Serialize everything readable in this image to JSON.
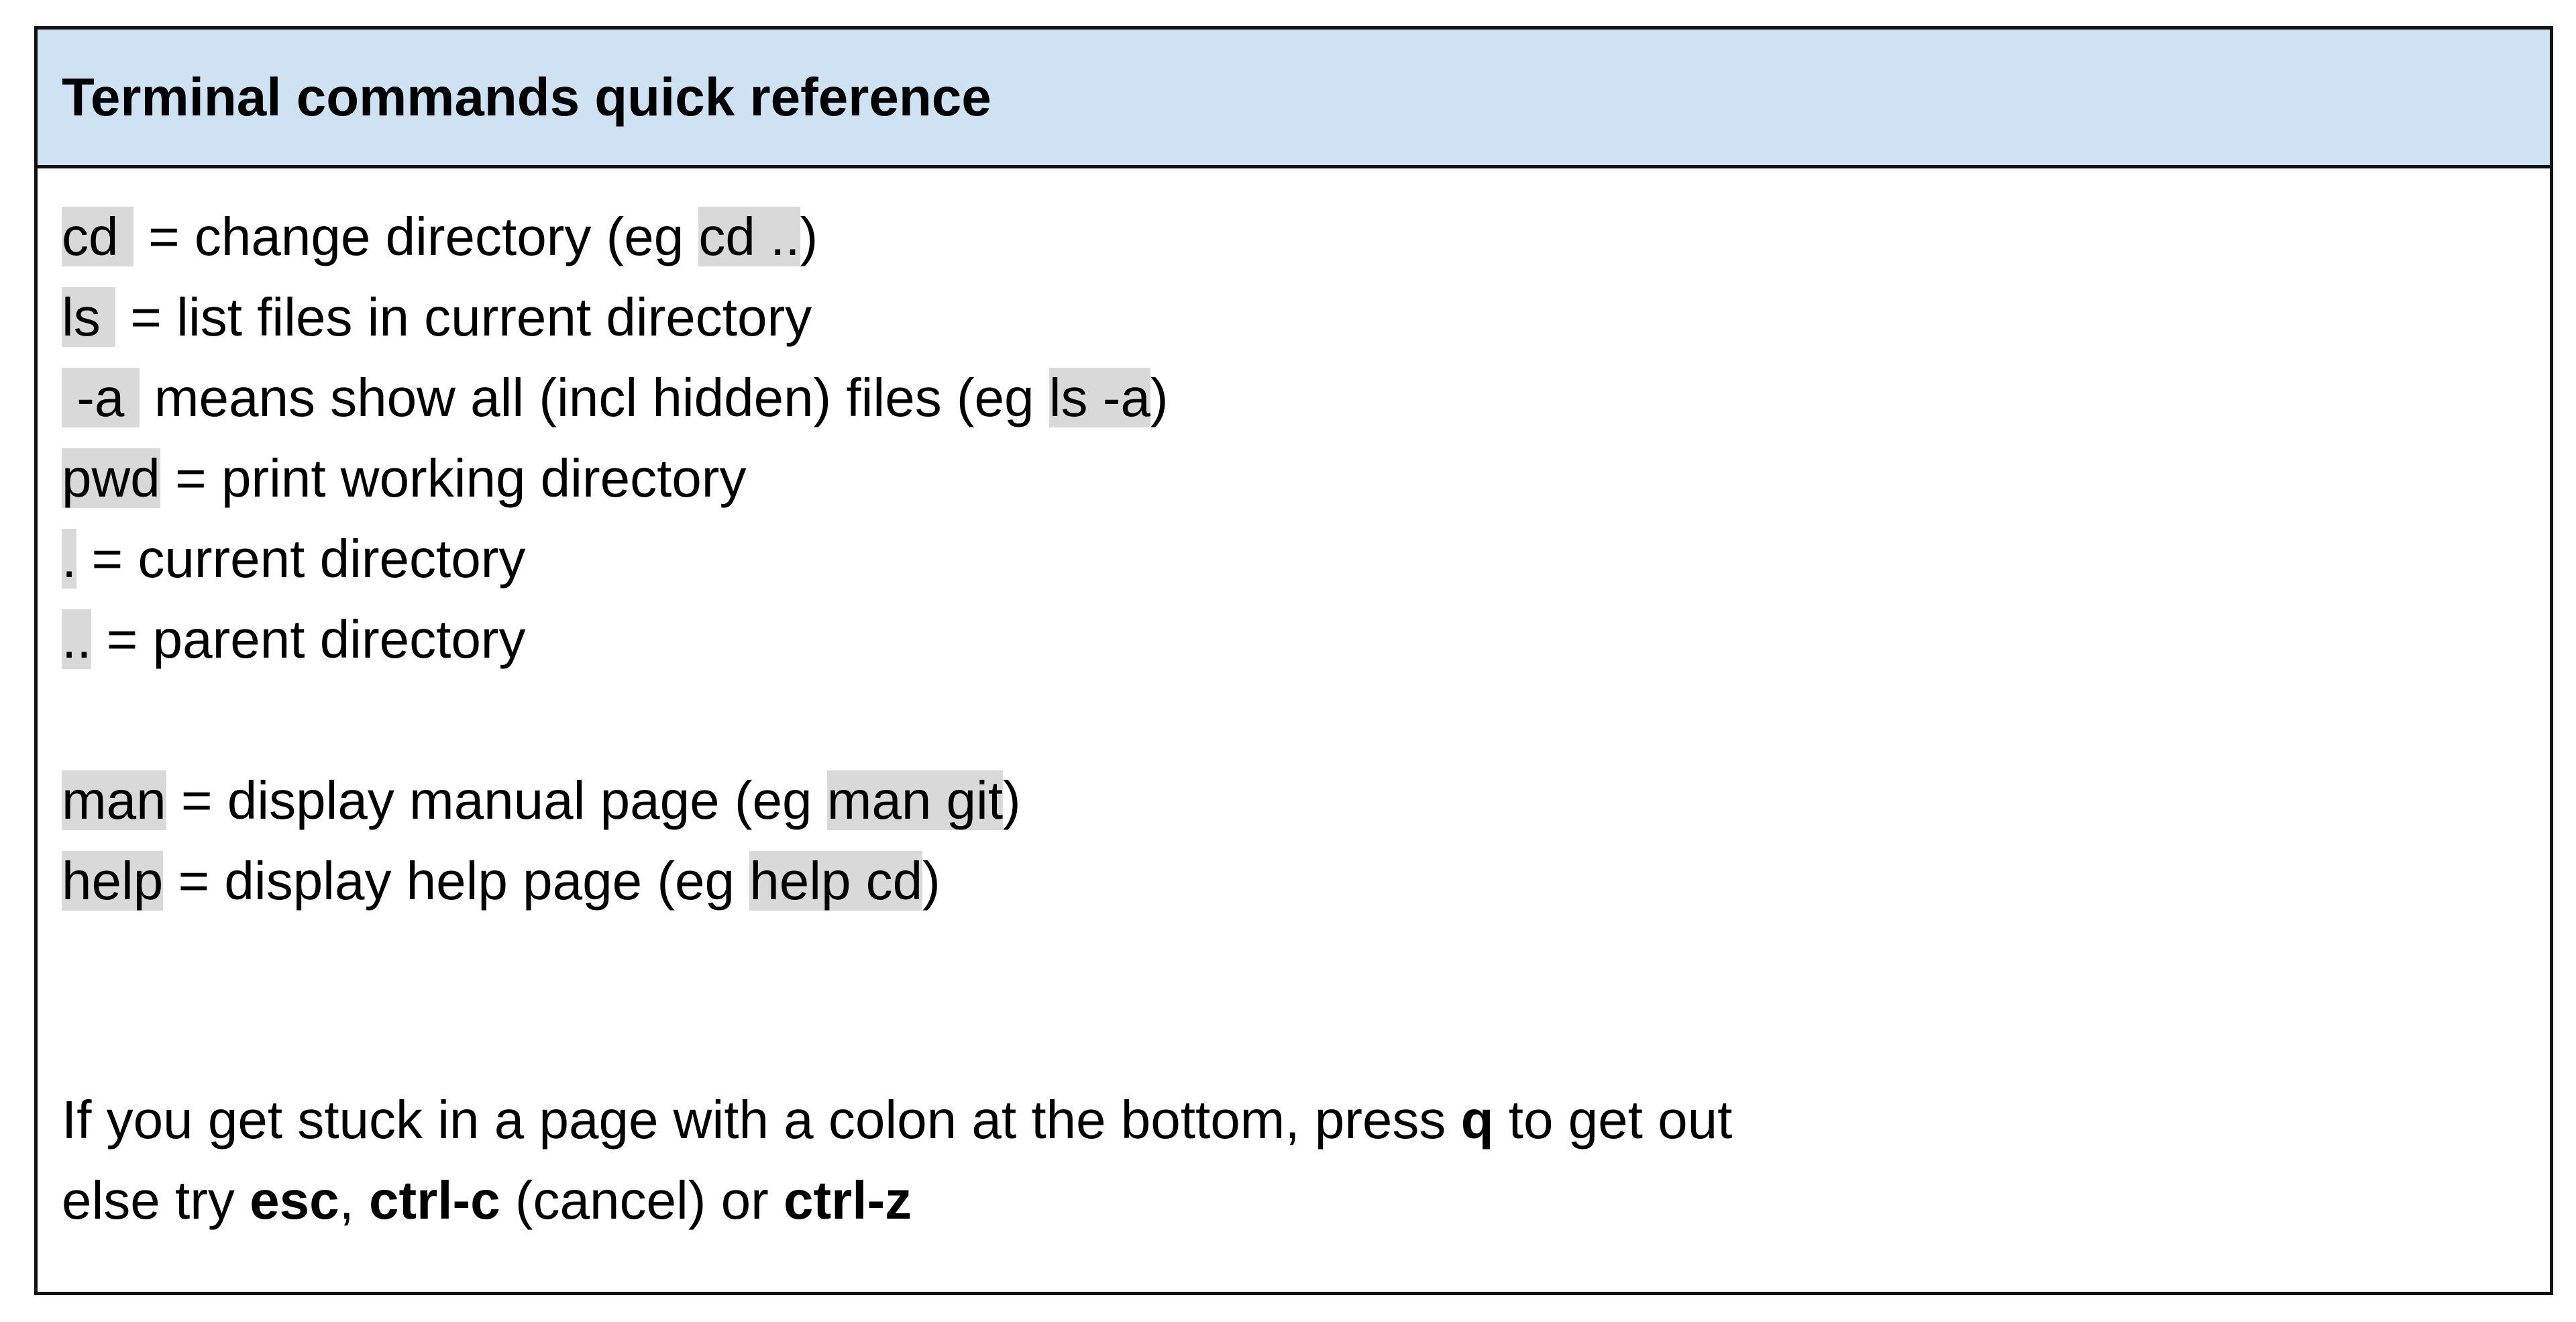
{
  "title": "Terminal commands quick reference",
  "lines": {
    "cd": {
      "cmd": "cd ",
      "text1": " = change directory (eg ",
      "example": "cd ..",
      "text2": ")"
    },
    "ls": {
      "cmd": "ls ",
      "text1": " = list files in current directory"
    },
    "all": {
      "cmd": " -a ",
      "text1": " means show all (incl hidden) files (eg ",
      "example": "ls -a",
      "text2": ")"
    },
    "pwd": {
      "cmd": "pwd",
      "text1": " = print working directory"
    },
    "dot": {
      "cmd": ".",
      "text1": " = current directory"
    },
    "dotdot": {
      "cmd": "..",
      "text1": " = parent directory"
    },
    "man": {
      "cmd": "man",
      "text1": " = display manual page (eg ",
      "example": "man git",
      "text2": ")"
    },
    "help": {
      "cmd": "help",
      "text1": " = display help page (eg ",
      "example": "help cd",
      "text2": ")"
    }
  },
  "tips": {
    "stuck": {
      "text1": "If you get stuck in a page with a colon at the bottom, press ",
      "key": "q",
      "text2": " to get out"
    },
    "else": {
      "text1": "else try ",
      "key1": "esc",
      "sep1": ", ",
      "key2": "ctrl-c",
      "text2": " (cancel) or ",
      "key3": "ctrl-z"
    }
  }
}
